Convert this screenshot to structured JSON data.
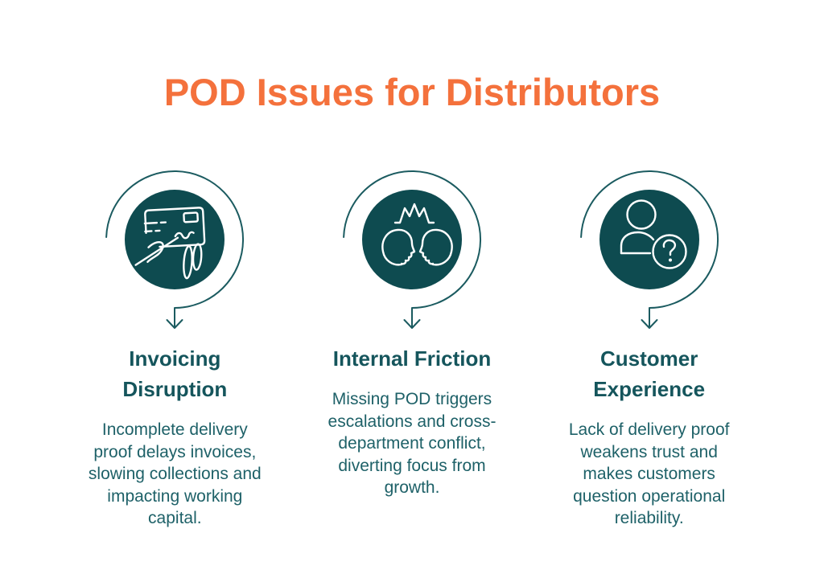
{
  "title": "POD Issues for Distributors",
  "colors": {
    "title_orange": "#f4713c",
    "icon_circle_fill": "#0e4b50",
    "ring_and_arrow": "#1b5b60",
    "icon_line_art": "#ffffff",
    "heading_teal": "#15555c",
    "body_teal": "#1e6168",
    "background": "#ffffff"
  },
  "columns": [
    {
      "icon": "invoice-signature-icon",
      "heading": "Invoicing Disruption",
      "body": "Incomplete delivery proof delays invoices, slowing collections and impacting working capital."
    },
    {
      "icon": "conflict-profiles-icon",
      "heading": "Internal Friction",
      "body": "Missing POD triggers escalations and cross-department conflict, diverting focus from growth."
    },
    {
      "icon": "person-question-icon",
      "heading": "Customer Experience",
      "body": "Lack of delivery proof weakens trust and makes customers question operational reliability."
    }
  ]
}
